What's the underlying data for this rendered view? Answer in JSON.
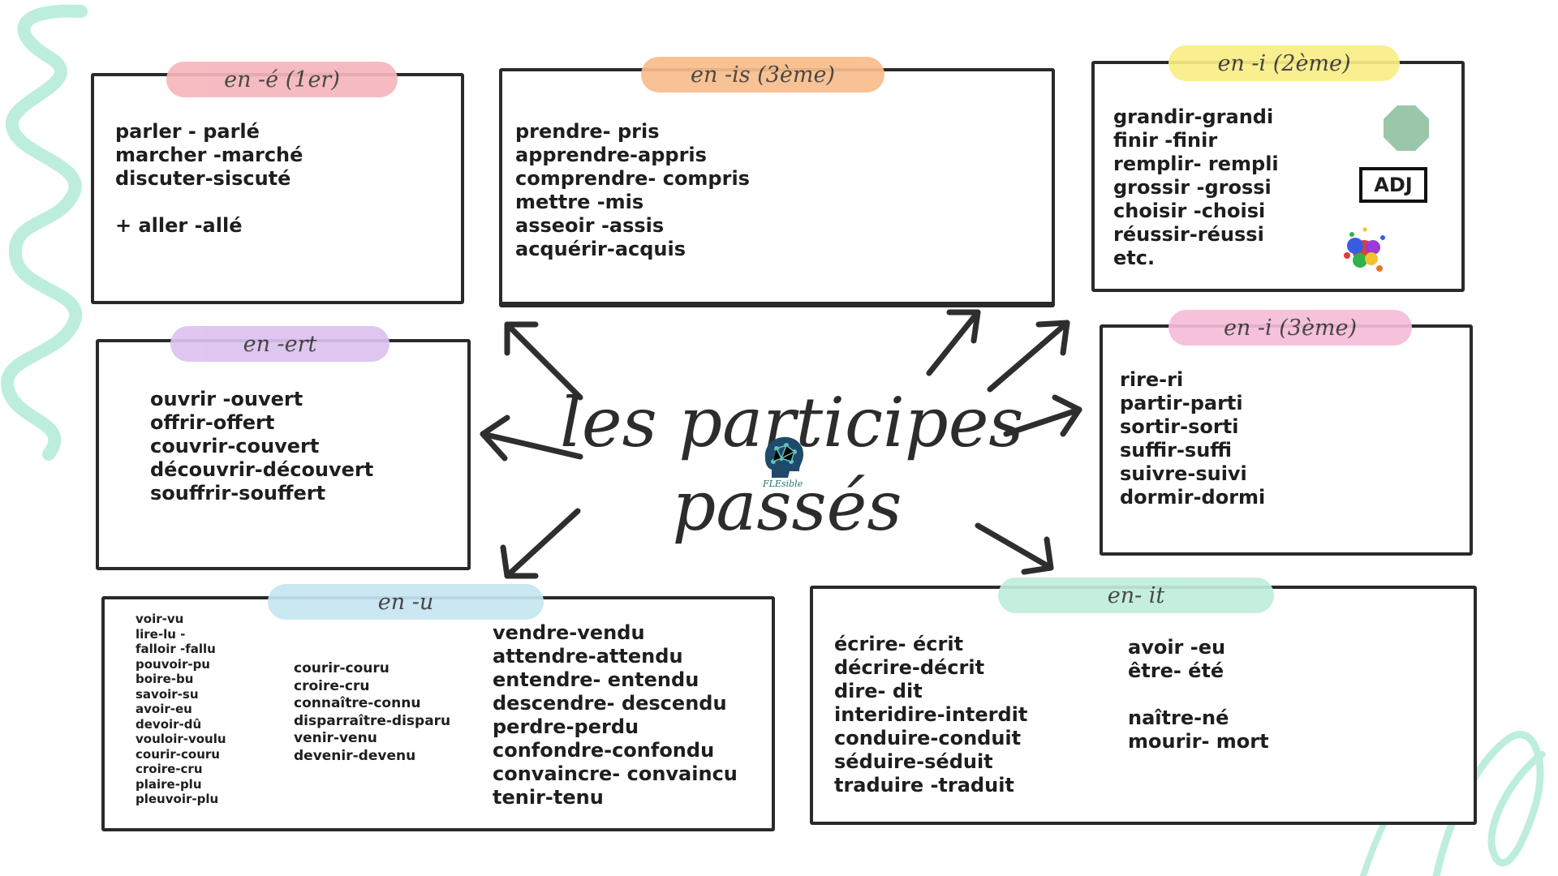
{
  "colors": {
    "pink": "#f6b6bd",
    "orange": "#f9bd8b",
    "yellow": "#f9ee86",
    "purple": "#dcc2f0",
    "rose": "#f6bcd8",
    "blue": "#c6e6f1",
    "mint": "#bfeedb",
    "deco_mint": "#bdeedd",
    "ink": "#2a2a2a"
  },
  "title": {
    "line1": "les participes",
    "line2": "passés"
  },
  "logo": {
    "caption": "FLEsible",
    "icon": "head-logo-icon"
  },
  "groups": {
    "er": {
      "label": "en -é (1er)",
      "items": [
        "parler - parlé",
        "marcher -marché",
        "discuter-siscuté",
        "",
        "+ aller -allé"
      ]
    },
    "is": {
      "label": "en -is (3ème)",
      "items": [
        "prendre- pris",
        "apprendre-appris",
        "comprendre- compris",
        "mettre -mis",
        "asseoir -assis",
        "acquérir-acquis"
      ]
    },
    "i2": {
      "label": "en -i (2ème)",
      "items": [
        "grandir-grandi",
        "finir -finir",
        "remplir- rempli",
        "grossir -grossi",
        "choisir -choisi",
        "réussir-réussi",
        "etc."
      ],
      "adj": "ADJ"
    },
    "ert": {
      "label": "en -ert",
      "items": [
        "ouvrir -ouvert",
        "offrir-offert",
        "couvrir-couvert",
        "découvrir-découvert",
        "souffrir-souffert"
      ]
    },
    "i3": {
      "label": "en -i (3ème)",
      "items": [
        "rire-ri",
        "partir-parti",
        "sortir-sorti",
        "suffir-suffi",
        "suivre-suivi",
        "dormir-dormi"
      ]
    },
    "u": {
      "label": "en -u",
      "col1": [
        "voir-vu",
        "lire-lu -",
        "falloir -fallu",
        "pouvoir-pu",
        "boire-bu",
        "savoir-su",
        "avoir-eu",
        "devoir-dû",
        "vouloir-voulu",
        "courir-couru",
        "croire-cru",
        "plaire-plu",
        "pleuvoir-plu"
      ],
      "col2": [
        "courir-couru",
        "croire-cru",
        "connaître-connu",
        "disparraître-disparu",
        "venir-venu",
        "devenir-devenu"
      ],
      "col3": [
        "vendre-vendu",
        "attendre-attendu",
        "entendre- entendu",
        "descendre- descendu",
        "perdre-perdu",
        "confondre-confondu",
        "convaincre- convaincu",
        "tenir-tenu"
      ]
    },
    "it": {
      "label": "en- it",
      "col1": [
        "écrire- écrit",
        "décrire-décrit",
        "dire- dit",
        "interidire-interdit",
        "conduire-conduit",
        "séduire-séduit",
        "traduire -traduit"
      ],
      "col2": [
        "avoir -eu",
        "être- été",
        "",
        "naître-né",
        "mourir- mort"
      ]
    }
  }
}
